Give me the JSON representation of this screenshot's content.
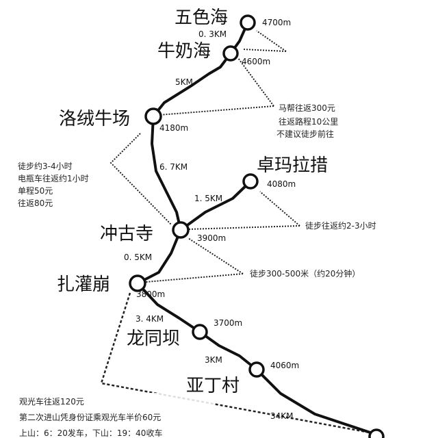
{
  "places": {
    "wusehai": {
      "name": "五色海",
      "alt": "4700m"
    },
    "niunaihai": {
      "name": "牛奶海",
      "alt": "4600m"
    },
    "luorong": {
      "name": "洛绒牛场",
      "alt": "4180m"
    },
    "zhuoma": {
      "name": "卓玛拉措",
      "alt": "4080m"
    },
    "chonggu": {
      "name": "冲古寺",
      "alt": "3900m"
    },
    "zhaguan": {
      "name": "扎灌崩",
      "alt": "3800m"
    },
    "longtong": {
      "name": "龙同坝",
      "alt": "3700m"
    },
    "yading": {
      "name": "亚丁村",
      "alt": "4060m"
    }
  },
  "distances": {
    "d1": "0. 3KM",
    "d2": "5KM",
    "d3": "6. 7KM",
    "d4": "1. 5KM",
    "d5": "0. 5KM",
    "d6": "3. 4KM",
    "d7": "3KM",
    "d8": "34KM"
  },
  "notes": {
    "horse": [
      "马帮往返300元",
      "往返路程10公里",
      "不建议徒步前往"
    ],
    "luorong": [
      "徒步约3-4小时",
      "电瓶车往返约1小时",
      "单程50元",
      "往返80元"
    ],
    "zhuoma": "徒步往返约2-3小时",
    "chonggu": "徒步300-500米（约20分钟）",
    "bus": [
      "观光车往返120元",
      "第二次进山凭身份证乘观光车半价60元",
      "上山：6：20发车，下山：19：40收车"
    ]
  }
}
